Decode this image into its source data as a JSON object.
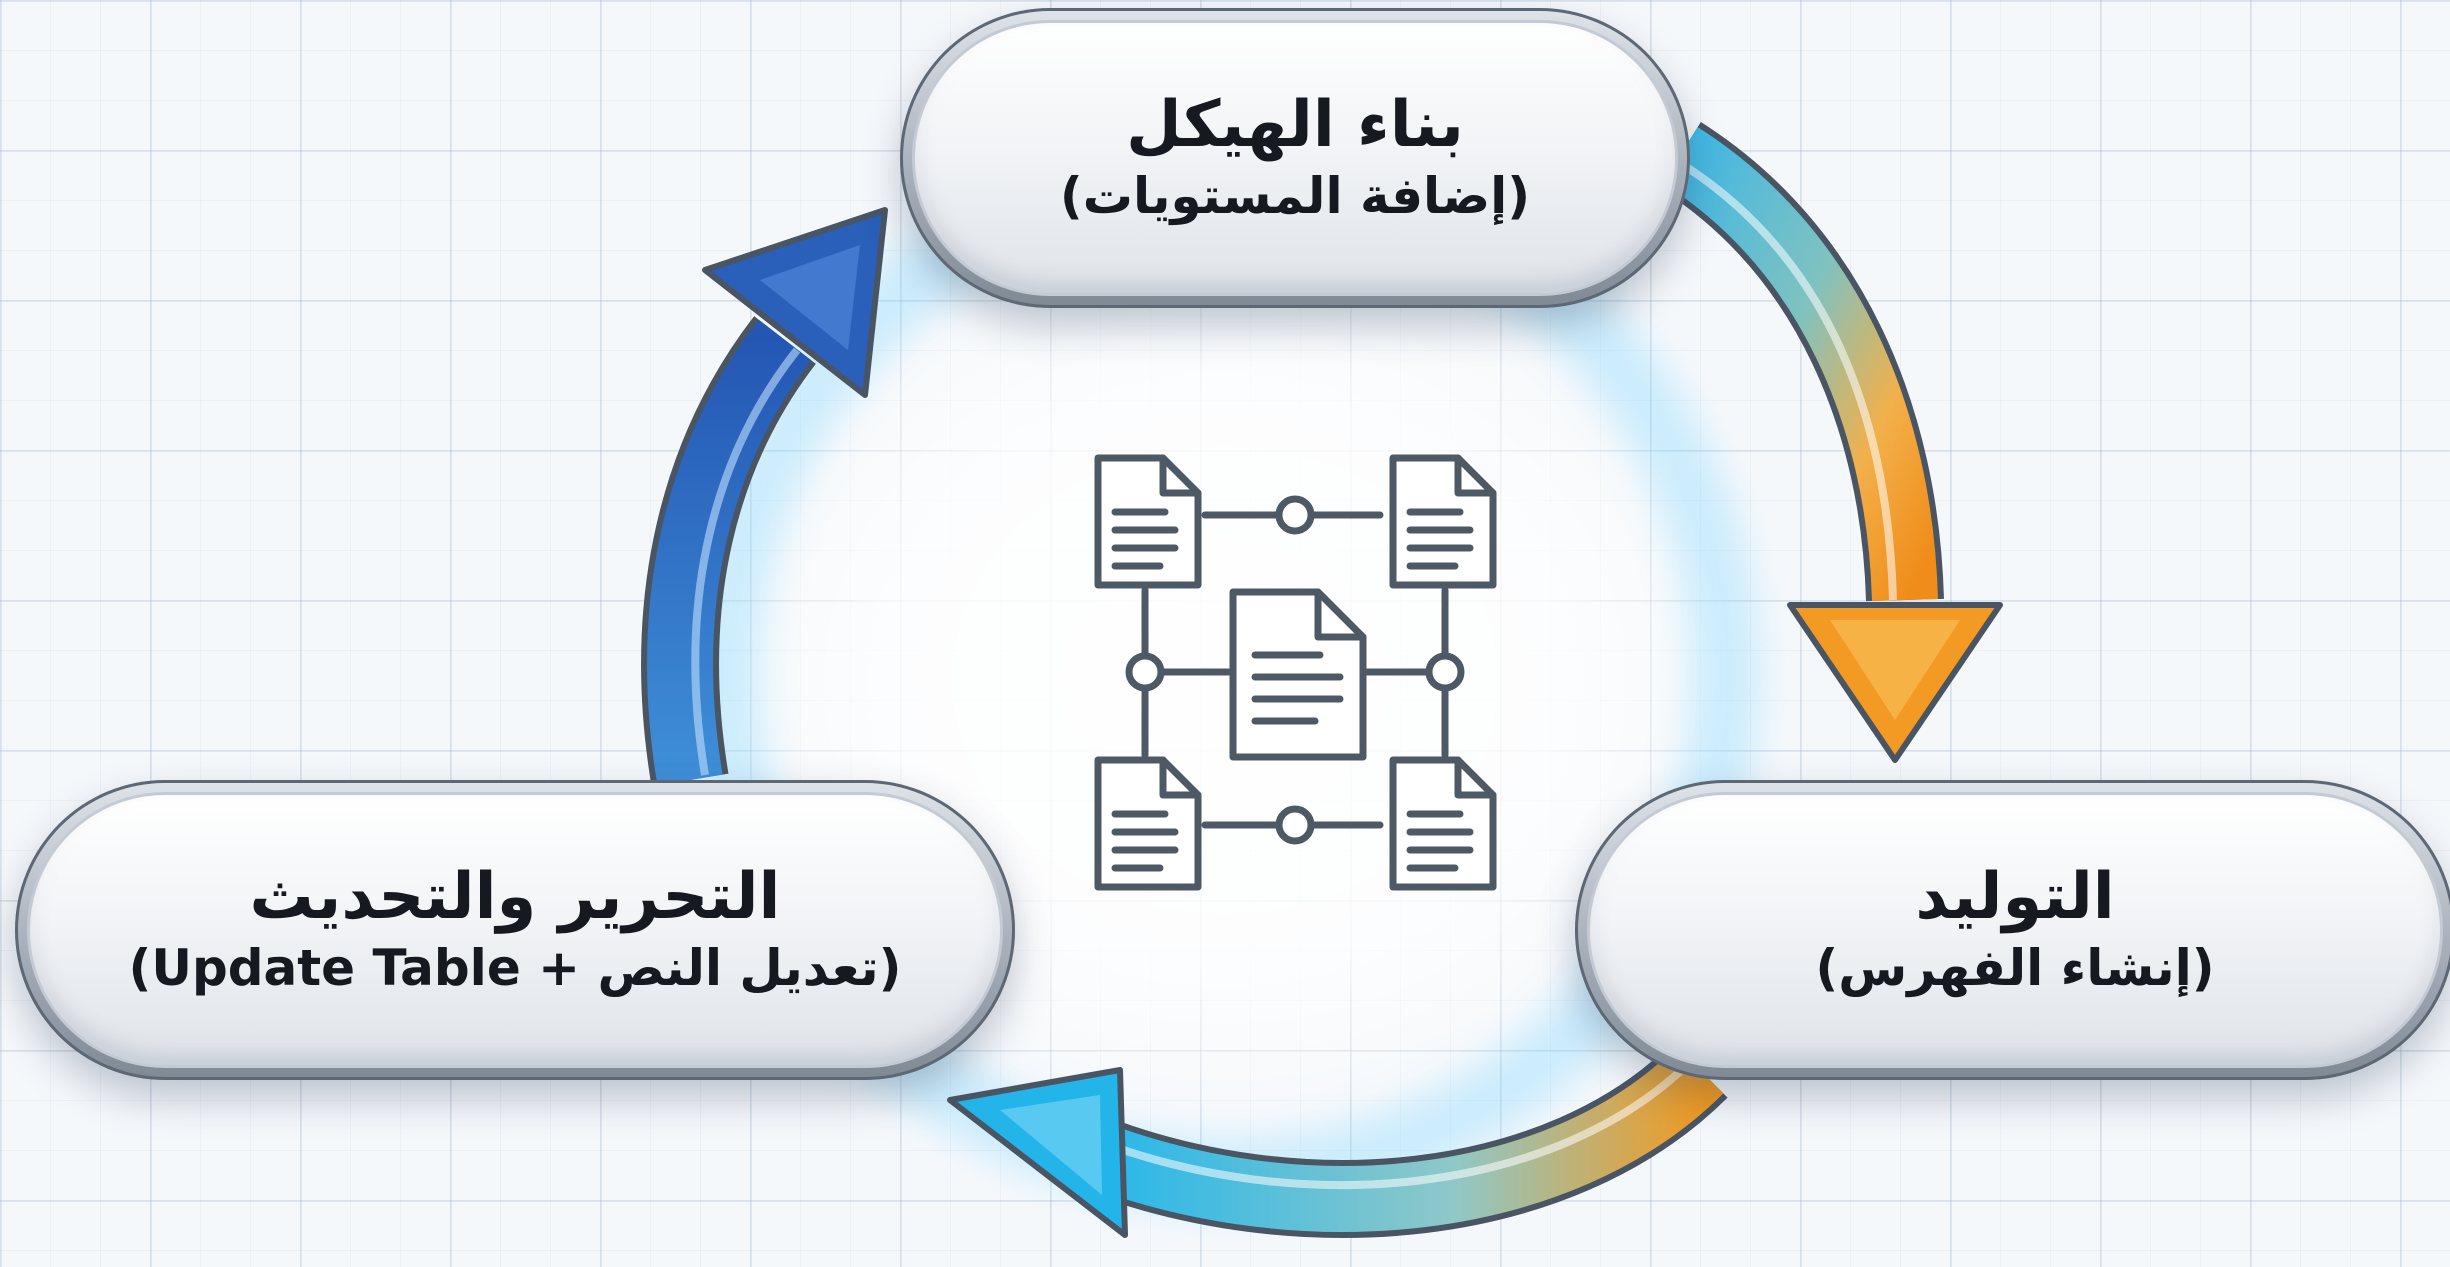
{
  "diagram": {
    "type": "cycle",
    "center_icon": "document-hierarchy-icon",
    "steps": [
      {
        "id": "build-structure",
        "title": "بناء الهيكل",
        "subtitle": "(إضافة المستويات)"
      },
      {
        "id": "generate",
        "title": "التوليد",
        "subtitle": "(إنشاء الفهرس)"
      },
      {
        "id": "edit-update",
        "title": "التحرير والتحديث",
        "subtitle": "(تعديل النص + Update Table)"
      }
    ],
    "arrows": [
      {
        "from": "build-structure",
        "to": "generate",
        "color": "#f0a22a",
        "icon": "arrow-clockwise-icon"
      },
      {
        "from": "generate",
        "to": "edit-update",
        "color": "#1fb6e8",
        "icon": "arrow-clockwise-icon"
      },
      {
        "from": "edit-update",
        "to": "build-structure",
        "color": "#2f6fc9",
        "icon": "arrow-clockwise-icon"
      }
    ]
  }
}
